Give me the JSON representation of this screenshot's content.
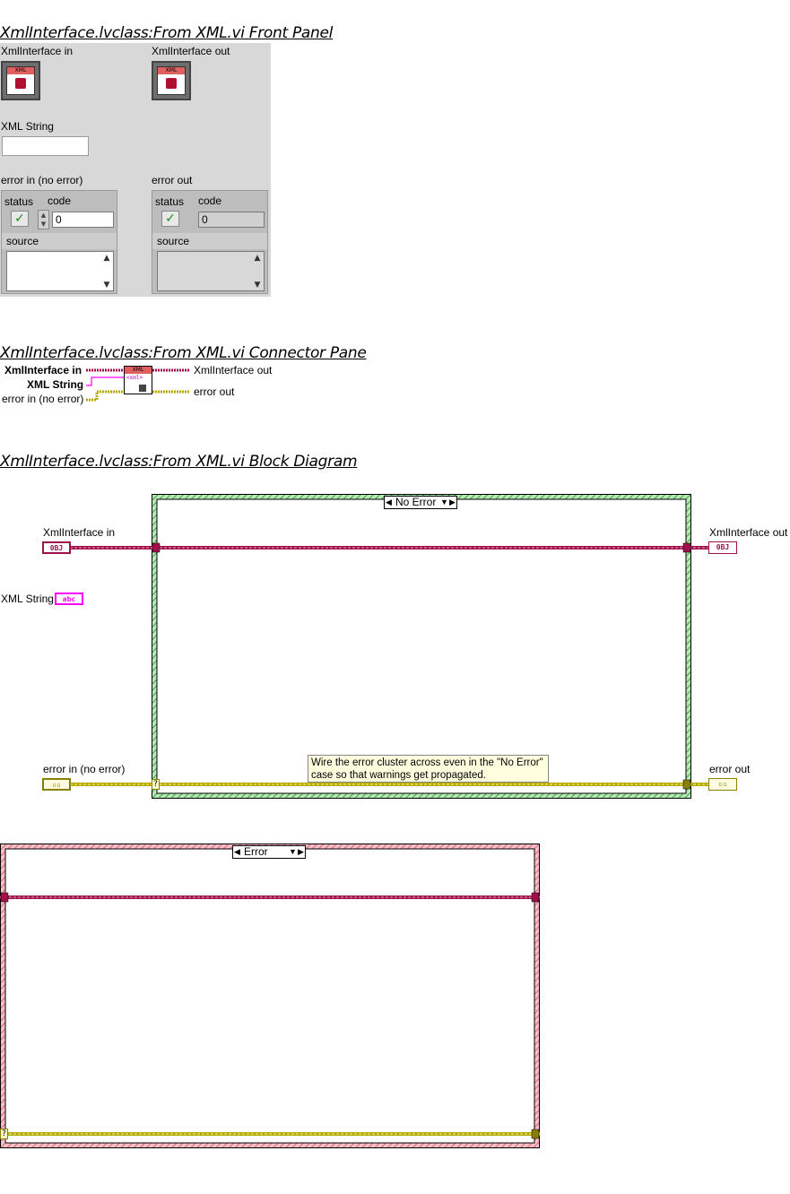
{
  "front_panel": {
    "title": "XmlInterface.lvclass:From XML.vi Front Panel",
    "xml_in_label": "XmlInterface in",
    "xml_out_label": "XmlInterface out",
    "obj_icon_text": "XML",
    "xml_string_label": "XML String",
    "error_in_label": "error in (no error)",
    "error_out_label": "error out",
    "status_label": "status",
    "code_label": "code",
    "source_label": "source",
    "code_in_value": "0",
    "code_out_value": "0"
  },
  "connector_pane": {
    "title": "XmlInterface.lvclass:From XML.vi Connector Pane",
    "in_obj": "XmlInterface in",
    "in_str": "XML String",
    "in_err": "error in (no error)",
    "out_obj": "XmlInterface out",
    "out_err": "error out",
    "icon_header": "XML",
    "icon_body": "<xml>"
  },
  "block_diagram": {
    "title": "XmlInterface.lvclass:From XML.vi Block Diagram",
    "xml_in_label": "XmlInterface in",
    "xml_string_label": "XML String",
    "error_in_label": "error in (no error)",
    "xml_out_label": "XmlInterface out",
    "error_out_label": "error out",
    "obj_term_text": "0BJ",
    "str_term_text": "abc",
    "err_term_text": "▫▫",
    "case_no_error": "No Error",
    "case_error": "Error",
    "selector_q": "?",
    "comment": "Wire the error cluster across even in the \"No Error\" case so that warnings get propagated."
  },
  "colors": {
    "panel_bg": "#d8d8d8",
    "class_wire": "#a0104a",
    "error_wire": "#b5a800",
    "string_wire": "#ff00ff",
    "case_no_error_border": "#40b040",
    "case_error_border": "#e06070"
  }
}
